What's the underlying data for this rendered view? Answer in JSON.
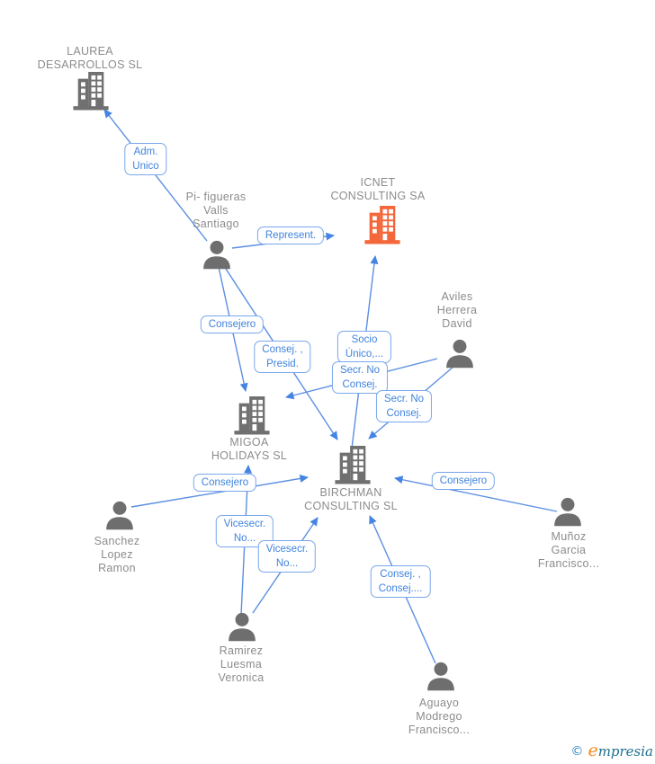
{
  "nodes": {
    "laurea": {
      "type": "company",
      "line1": "LAUREA",
      "line2": "DESARROLLOS SL"
    },
    "icnet": {
      "type": "company",
      "highlighted": true,
      "line1": "ICNET",
      "line2": "CONSULTING SA"
    },
    "pi_figueras": {
      "type": "person",
      "line1": "Pi- figueras",
      "line2": "Valls",
      "line3": "Santiago"
    },
    "aviles": {
      "type": "person",
      "line1": "Aviles",
      "line2": "Herrera",
      "line3": "David"
    },
    "migoa": {
      "type": "company",
      "line1": "MIGOA",
      "line2": "HOLIDAYS SL"
    },
    "birchman": {
      "type": "company",
      "line1": "BIRCHMAN",
      "line2": "CONSULTING SL"
    },
    "sanchez": {
      "type": "person",
      "line1": "Sanchez",
      "line2": "Lopez",
      "line3": "Ramon"
    },
    "munoz": {
      "type": "person",
      "line1": "Muñoz",
      "line2": "Garcia",
      "line3": "Francisco..."
    },
    "ramirez": {
      "type": "person",
      "line1": "Ramirez",
      "line2": "Luesma",
      "line3": "Veronica"
    },
    "aguayo": {
      "type": "person",
      "line1": "Aguayo",
      "line2": "Modrego",
      "line3": "Francisco..."
    }
  },
  "edge_labels": {
    "adm_unico": {
      "line1": "Adm.",
      "line2": "Unico"
    },
    "represent": {
      "line1": "Represent."
    },
    "consejero_migoa": {
      "line1": "Consejero"
    },
    "consej_presid": {
      "line1": "Consej. ,",
      "line2": "Presid."
    },
    "socio_unico": {
      "line1": "Socio",
      "line2": "Único,..."
    },
    "secr_no_consej_1": {
      "line1": "Secr.  No",
      "line2": "Consej."
    },
    "secr_no_consej_2": {
      "line1": "Secr.  No",
      "line2": "Consej."
    },
    "consejero_sanchez": {
      "line1": "Consejero"
    },
    "vicesecr_1": {
      "line1": "Vicesecr.",
      "line2": "No..."
    },
    "vicesecr_2": {
      "line1": "Vicesecr.",
      "line2": "No..."
    },
    "consejero_munoz": {
      "line1": "Consejero"
    },
    "consej_consej": {
      "line1": "Consej. ,",
      "line2": "Consej...."
    }
  },
  "footer": {
    "copyright_symbol": "©",
    "brand_initial": "e",
    "brand_rest": "mpresia"
  },
  "colors": {
    "edge_blue": "#5c8fe2",
    "arrow_blue": "#4584e2",
    "label_text_blue": "#3f83dd",
    "label_border_blue": "#79a7ec",
    "node_text_gray": "#8c8c8c",
    "icon_gray": "#707070",
    "highlight_orange": "#f4673a"
  }
}
